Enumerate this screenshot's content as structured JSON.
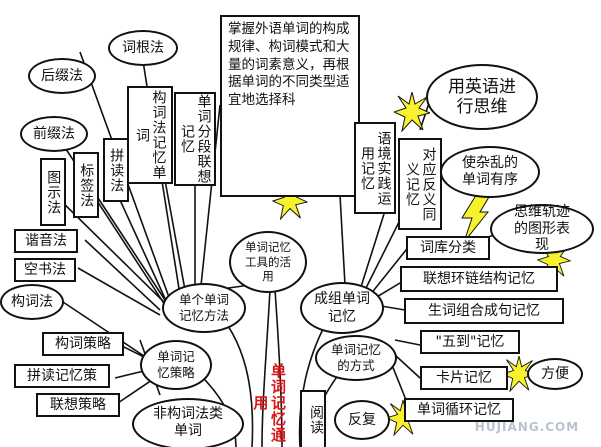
{
  "center_title": "单词记忆通用",
  "intro_text": "掌握外语单词的构成规律、构词模式和大量的词素意义，再根据单词的不同类型适宜地选择科",
  "hubs": {
    "single": "单个单词记忆方法",
    "tools": "单词记忆工具的活用",
    "group": "成组单词记忆",
    "strategy": "单词记忆策略",
    "ways": "单词记忆的方式"
  },
  "left_clouds": {
    "suffix": "后缀法",
    "root": "词根法",
    "prefix": "前缀法",
    "word_formation": "构词法"
  },
  "left_boxes": {
    "picture": "图示法",
    "tag": "标签法",
    "spelling": "拼读法",
    "homophone": "谐音法",
    "air_writing": "空书法",
    "formation_memory": "构词法记忆单词",
    "segment": "单词分段联想记忆",
    "formation_strategy": "构词策略",
    "spelling_strategy": "拼读记忆策",
    "association_strategy": "联想策略",
    "non_formation": "非构词法类单词"
  },
  "right_boxes": {
    "context": "语境实践运用记忆",
    "synonym": "对应反义同义记忆",
    "classify": "词库分类",
    "chain": "联想环链结构记忆",
    "sentence": "生词组合成句记忆",
    "five": "\"五到\"记忆",
    "card": "卡片记忆",
    "cycle": "单词循环记忆"
  },
  "right_clouds": {
    "think_english": "用英语进行思维",
    "orderly": "使杂乱的单词有序",
    "graphic": "思维轨迹的图形表现",
    "convenient": "方便"
  },
  "bottom_partial": {
    "read": "阅读",
    "repeat": "反复"
  },
  "watermark": "HUJIANG.COM",
  "colors": {
    "line": "#111111",
    "burst": "#f7f22c",
    "center_text": "#d81818"
  }
}
